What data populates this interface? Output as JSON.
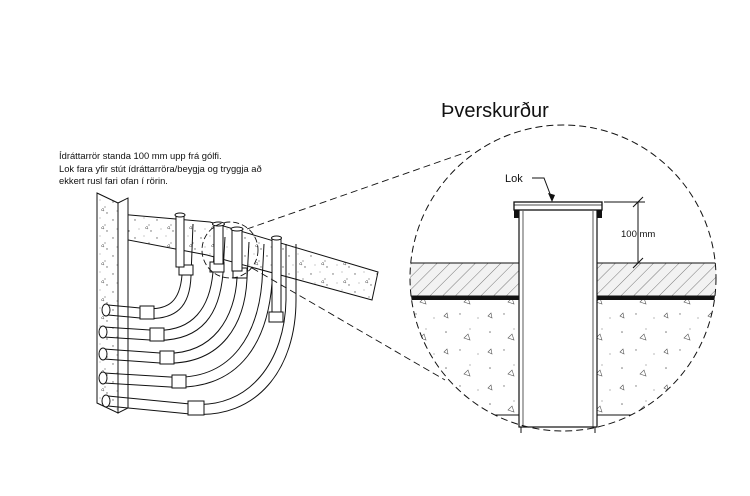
{
  "title": "Þverskurður",
  "note_lines": [
    "Ídráttarrör standa 100 mm upp frá gólfi.",
    "Lok fara yfir stút ídráttarröra/beygja og tryggja að",
    "ekkert rusl fari ofan í rörin."
  ],
  "lok_label": "Lok",
  "dimension_label": "100 mm"
}
